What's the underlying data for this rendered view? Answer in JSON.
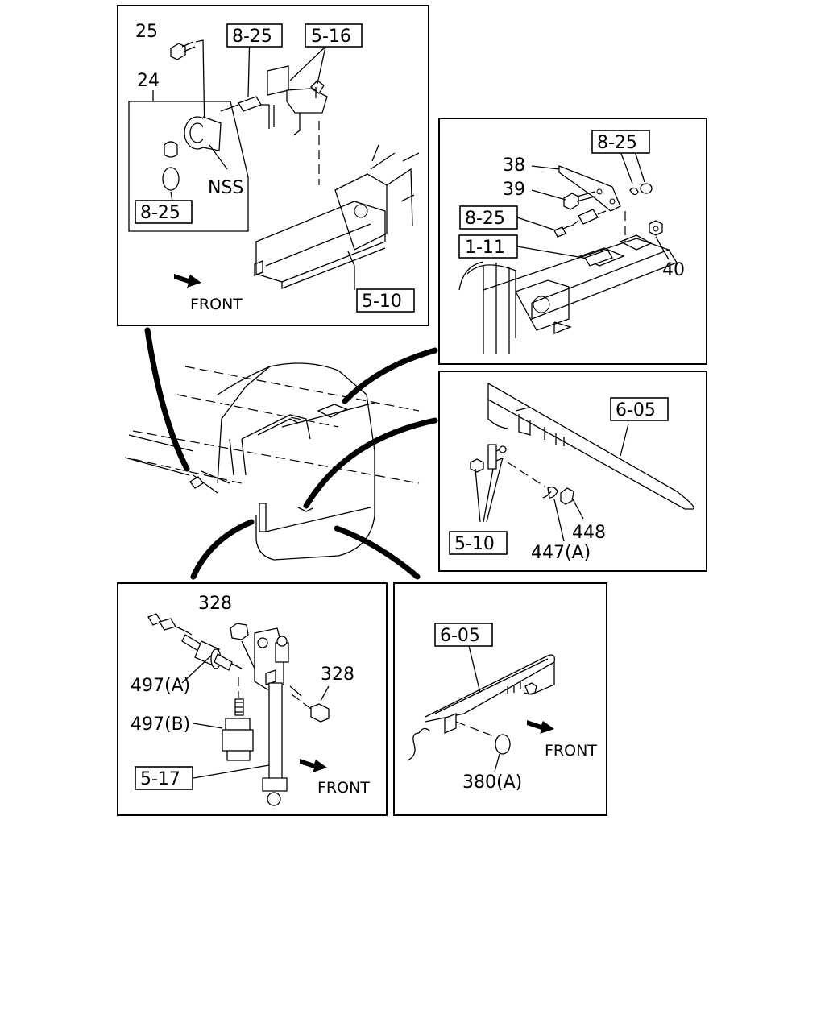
{
  "panels": {
    "top_left": {
      "labels": {
        "p25": "25",
        "p24": "24",
        "nss": "NSS",
        "ref_825_a": "8-25",
        "ref_516": "5-16",
        "ref_825_b": "8-25",
        "ref_510": "5-10",
        "front": "FRONT"
      }
    },
    "top_right": {
      "labels": {
        "ref_825_a": "8-25",
        "p38": "38",
        "p39": "39",
        "ref_825_b": "8-25",
        "ref_111": "1-11",
        "p40": "40"
      }
    },
    "mid_right": {
      "labels": {
        "ref_605": "6-05",
        "ref_510": "5-10",
        "p448": "448",
        "p447": "447(A)"
      }
    },
    "bottom_left": {
      "labels": {
        "p328_a": "328",
        "p497a": "497(A)",
        "p328_b": "328",
        "p497b": "497(B)",
        "ref_517": "5-17",
        "front": "FRONT"
      }
    },
    "bottom_right": {
      "labels": {
        "ref_605": "6-05",
        "front": "FRONT",
        "p380": "380(A)"
      }
    }
  },
  "icons": [
    "front-arrow-icon"
  ]
}
